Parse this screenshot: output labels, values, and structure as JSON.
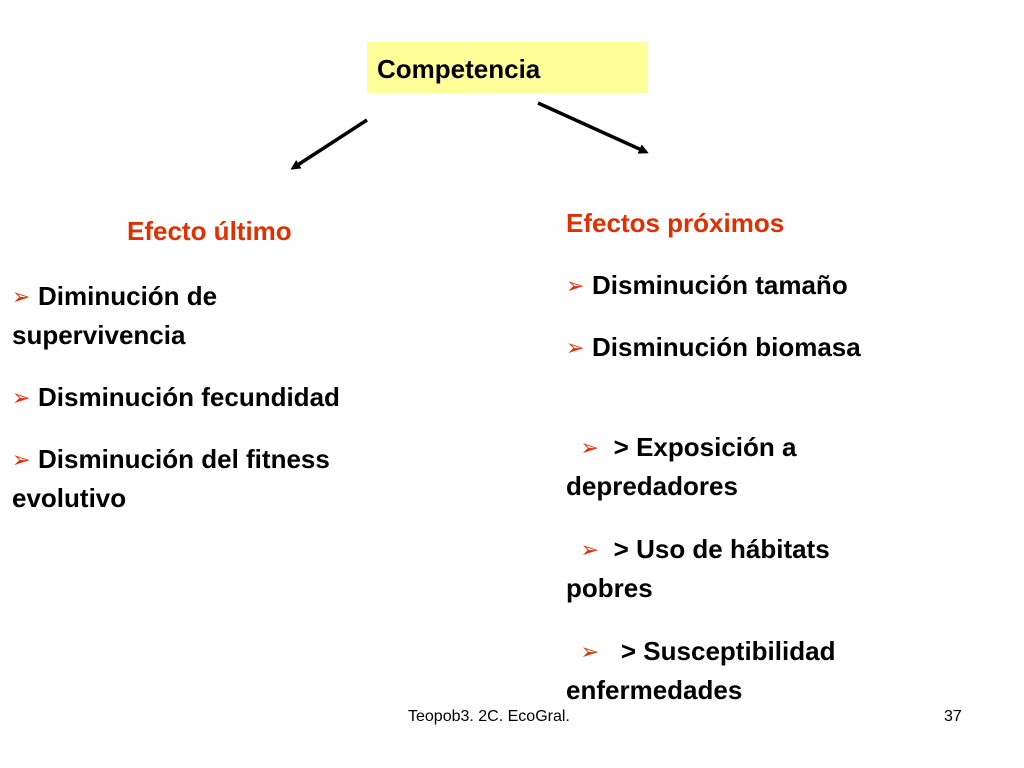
{
  "title": {
    "label": "Competencia"
  },
  "left": {
    "heading": "Efecto último",
    "items": [
      {
        "marker": "➢",
        "text": "Diminución de supervivencia"
      },
      {
        "marker": "➢",
        "text": "Disminución fecundidad"
      },
      {
        "marker": "➢",
        "text": "Disminución del fitness evolutivo"
      }
    ]
  },
  "right": {
    "heading": "Efectos próximos",
    "items": [
      {
        "marker": "➢",
        "text": "Disminución tamaño"
      },
      {
        "marker": "➢",
        "text": "Disminución biomasa"
      },
      {
        "marker": "➢",
        "text": " > Exposición a depredadores"
      },
      {
        "marker": "➢",
        "text": " > Uso de hábitats pobres"
      },
      {
        "marker": "➢",
        "text": "  > Susceptibilidad enfermedades"
      }
    ]
  },
  "footer": {
    "source": "Teopob3. 2C.  EcoGral.",
    "page_number": "37"
  },
  "colors": {
    "accent": "#e03000",
    "title_bg": "#ffff99",
    "text": "#000000"
  }
}
